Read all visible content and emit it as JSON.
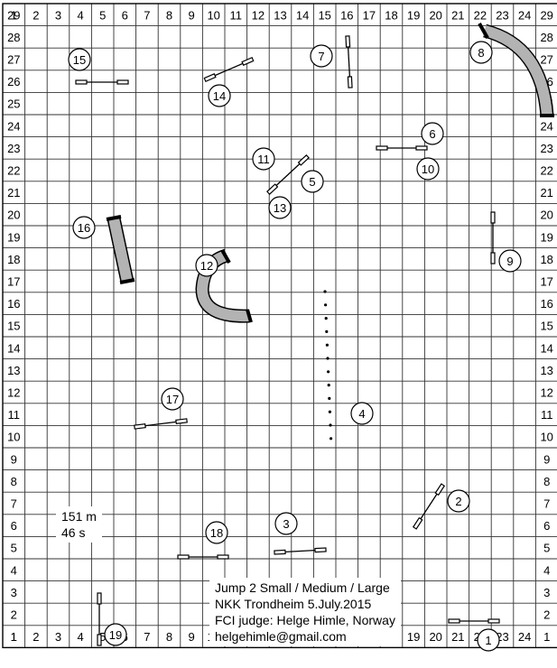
{
  "grid": {
    "columns": [
      "1",
      "2",
      "3",
      "4",
      "5",
      "6",
      "7",
      "8",
      "9",
      "10",
      "11",
      "12",
      "13",
      "14",
      "15",
      "16",
      "17",
      "18",
      "19",
      "20",
      "21",
      "22",
      "23",
      "24"
    ],
    "rows": [
      "29",
      "28",
      "27",
      "26",
      "25",
      "24",
      "23",
      "22",
      "21",
      "20",
      "19",
      "18",
      "17",
      "16",
      "15",
      "14",
      "13",
      "12",
      "11",
      "10",
      "9",
      "8",
      "7",
      "6",
      "5",
      "4",
      "3",
      "2",
      "1"
    ]
  },
  "course": {
    "stats": {
      "length": "151 m",
      "time": "46 s"
    },
    "info": {
      "title": "Jump 2 Small / Medium / Large",
      "event": "NKK Trondheim 5.July.2015",
      "judge": "FCI judge: Helge Himle, Norway",
      "email": "helgehimle@gmail.com"
    },
    "obstacles": [
      {
        "number": "1",
        "type": "jump"
      },
      {
        "number": "2",
        "type": "jump"
      },
      {
        "number": "3",
        "type": "jump"
      },
      {
        "number": "4",
        "type": "weave-poles"
      },
      {
        "number": "5",
        "type": "jump"
      },
      {
        "number": "6",
        "type": "jump"
      },
      {
        "number": "7",
        "type": "jump"
      },
      {
        "number": "8",
        "type": "tunnel"
      },
      {
        "number": "9",
        "type": "jump"
      },
      {
        "number": "10",
        "type": "jump"
      },
      {
        "number": "11",
        "type": "jump"
      },
      {
        "number": "12",
        "type": "tunnel"
      },
      {
        "number": "13",
        "type": "jump"
      },
      {
        "number": "14",
        "type": "jump"
      },
      {
        "number": "15",
        "type": "jump"
      },
      {
        "number": "16",
        "type": "tunnel"
      },
      {
        "number": "17",
        "type": "jump"
      },
      {
        "number": "18",
        "type": "jump"
      },
      {
        "number": "19",
        "type": "jump"
      }
    ]
  }
}
